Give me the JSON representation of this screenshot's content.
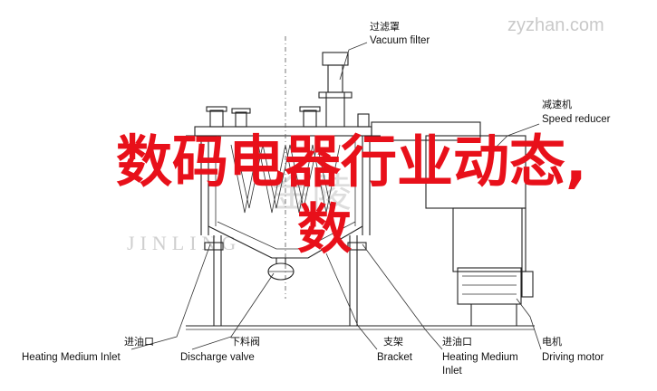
{
  "watermark": {
    "site": "zyzhan.com",
    "company_cn": "金陵",
    "company_en": "JINLING"
  },
  "labels": [
    {
      "id": "vacuum-filter",
      "cn": "过滤罩",
      "en": "Vacuum filter"
    },
    {
      "id": "speed-reducer",
      "cn": "减速机",
      "en": "Speed reducer"
    },
    {
      "id": "heating-inlet-left",
      "cn": "进油口",
      "en": "Heating Medium Inlet"
    },
    {
      "id": "discharge-valve",
      "cn": "下料阀",
      "en": "Discharge valve"
    },
    {
      "id": "bracket",
      "cn": "支架",
      "en": "Bracket"
    },
    {
      "id": "heating-inlet-right",
      "cn": "进油口",
      "en": "Heating Medium Inlet"
    },
    {
      "id": "driving-motor",
      "cn": "电机",
      "en": "Driving motor"
    }
  ],
  "overlay": {
    "headline": "数码电器行业动态,",
    "headline_line2": "数"
  },
  "colors": {
    "overlay_text": "#e8101a",
    "line": "#222222",
    "watermark": "#c8c8c8"
  }
}
